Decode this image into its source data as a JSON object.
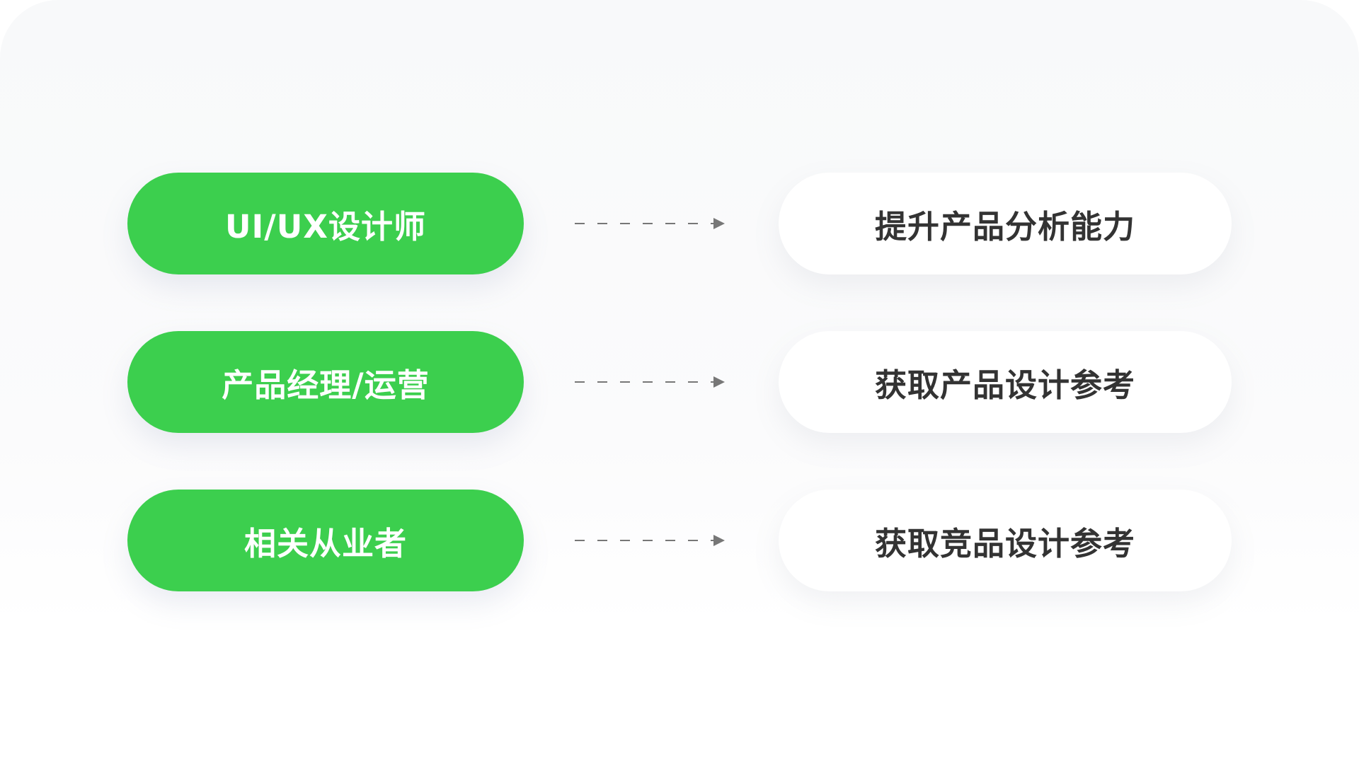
{
  "rows": [
    {
      "source": "UI/UX设计师",
      "target": "提升产品分析能力"
    },
    {
      "source": "产品经理/运营",
      "target": "获取产品设计参考"
    },
    {
      "source": "相关从业者",
      "target": "获取竞品设计参考"
    }
  ],
  "colors": {
    "source_fill": "#3ccf4e",
    "source_text": "#ffffff",
    "target_fill": "#ffffff",
    "target_text": "#333333",
    "connector": "#777777"
  },
  "icons": {
    "connector": "dashed-arrow-right-icon"
  }
}
